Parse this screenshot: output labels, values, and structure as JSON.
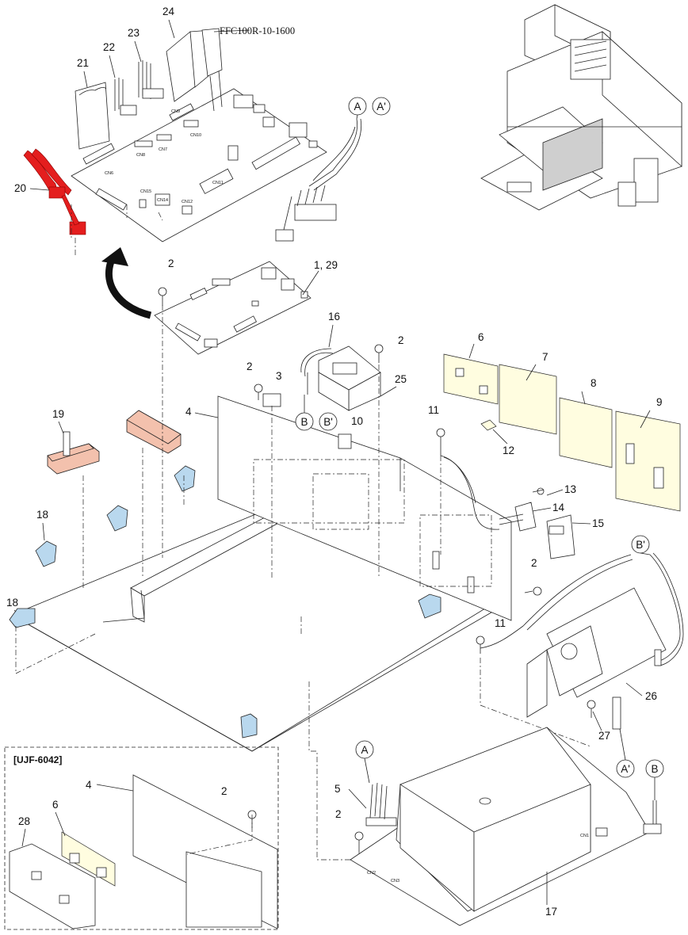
{
  "diagram": {
    "cable_part_number": "FFC100R-10-1600",
    "inset_title": "[UJF-6042]",
    "connector_labels": [
      "CN6",
      "CN7",
      "CN8",
      "CN9",
      "CN10",
      "CN11",
      "CN12",
      "CN14",
      "CN15",
      "CN1",
      "CN2",
      "CN3"
    ],
    "callouts": [
      "1, 29",
      "2",
      "3",
      "4",
      "5",
      "6",
      "7",
      "8",
      "9",
      "10",
      "11",
      "12",
      "13",
      "14",
      "15",
      "16",
      "17",
      "18",
      "19",
      "20",
      "21",
      "22",
      "23",
      "24",
      "25",
      "26",
      "27",
      "28"
    ],
    "connector_markers": [
      "A",
      "A'",
      "B",
      "B'"
    ]
  },
  "colors": {
    "harness_red": "#e41e1e",
    "bracket_pink": "#f3c1ad",
    "clamp_blue": "#b9d8ee",
    "label_yellow": "#fffde0"
  }
}
